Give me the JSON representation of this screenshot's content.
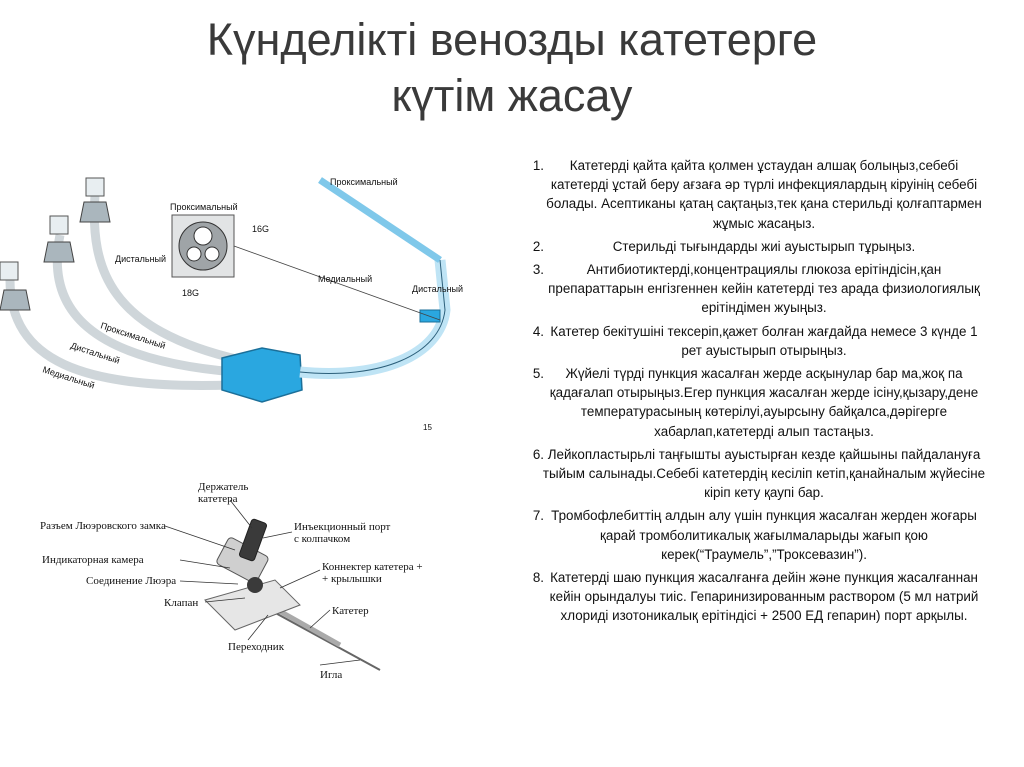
{
  "slide": {
    "title_lines": [
      "Күнделікті венозды катетерге",
      "күтім жасау"
    ]
  },
  "instructions": [
    {
      "num": "1.",
      "text": "Катетерді қайта қайта қолмен ұстаудан алшақ болыңыз,себебі катетерді ұстай беру ағзаға әр түрлі инфекциялардың кіруінің себебі болады. Асептиканы қатаң сақтаңыз,тек қана стерильді қолғаптармен жұмыс жасаңыз."
    },
    {
      "num": "2.",
      "text": "Стерильді тығындарды жиі ауыстырып тұрыңыз."
    },
    {
      "num": "3.",
      "text": "Антибиотиктерді,концентрациялы глюкоза ерітіндісін,қан препараттарын енгізгеннен кейін катетерді тез арада физиологиялық ерітіндімен жуыңыз."
    },
    {
      "num": "4.",
      "text": "Катетер бекітушіні тексеріп,қажет болған жағдайда немесе 3 күнде 1 рет ауыстырып отырыңыз."
    },
    {
      "num": "5.",
      "text": "Жүйелі түрді пункция жасалған жерде асқынулар бар ма,жоқ па қадағалап отырыңыз.Егер пункция жасалған жерде ісіну,қызару,дене температурасының көтерілуі,ауырсыну байқалса,дәрігерге хабарлап,катетерді алып тастаңыз."
    },
    {
      "num": "6.",
      "text": "Лейкопластырьлі таңғышты ауыстырған кезде қайшыны пайдалануға тыйым салынады.Себебі катетердің кесіліп кетіп,қанайналым жүйесіне кіріп кету қаупі бар."
    },
    {
      "num": "7.",
      "text": "Тромбофлебиттің алдын алу үшін пункция жасалған жерден жоғары қарай тромболитикалық жағылмаларыды жағып қою керек(“Траумель”,”Троксевазин”)."
    },
    {
      "num": "8.",
      "text": "Катетерді шаю пункция жасалғанға дейін және пункция жасалғаннан кейін орындалуы тиіс. Гепаринизированным раствором (5 мл натрий хлориді изотоникалық ерітіндісі + 2500 ЕД гепарин) порт арқылы."
    }
  ],
  "central_catheter_figure": {
    "labels": {
      "proximal": "Проксимальный",
      "distal": "Дистальный",
      "gauge_16": "16G",
      "gauge_18": "18G",
      "proximal_tip": "Проксимальный",
      "medial_tip": "Медиальный",
      "distal_tip": "Дистальный",
      "line_proximal": "Проксимальный",
      "line_distal": "Дистальный",
      "line_medial": "Медиальный",
      "scale_mark": "15"
    },
    "colors": {
      "hub": "#2aa7e0",
      "tube": "#bfe4f5",
      "outline": "#333333"
    }
  },
  "peripheral_catheter_figure": {
    "labels": {
      "holder": "Держатель\nкатетера",
      "luer_connector": "Разъем Люэровского замка",
      "indicator": "Индикаторная камера",
      "luer_joint": "Соединение Люэра",
      "valve": "Клапан",
      "adapter": "Переходник",
      "injection_port": "Инъекционный порт\nс колпачком",
      "connector_wings": "Коннектер катетера +\n+ крылышки",
      "catheter": "Катетер",
      "needle": "Игла"
    }
  }
}
